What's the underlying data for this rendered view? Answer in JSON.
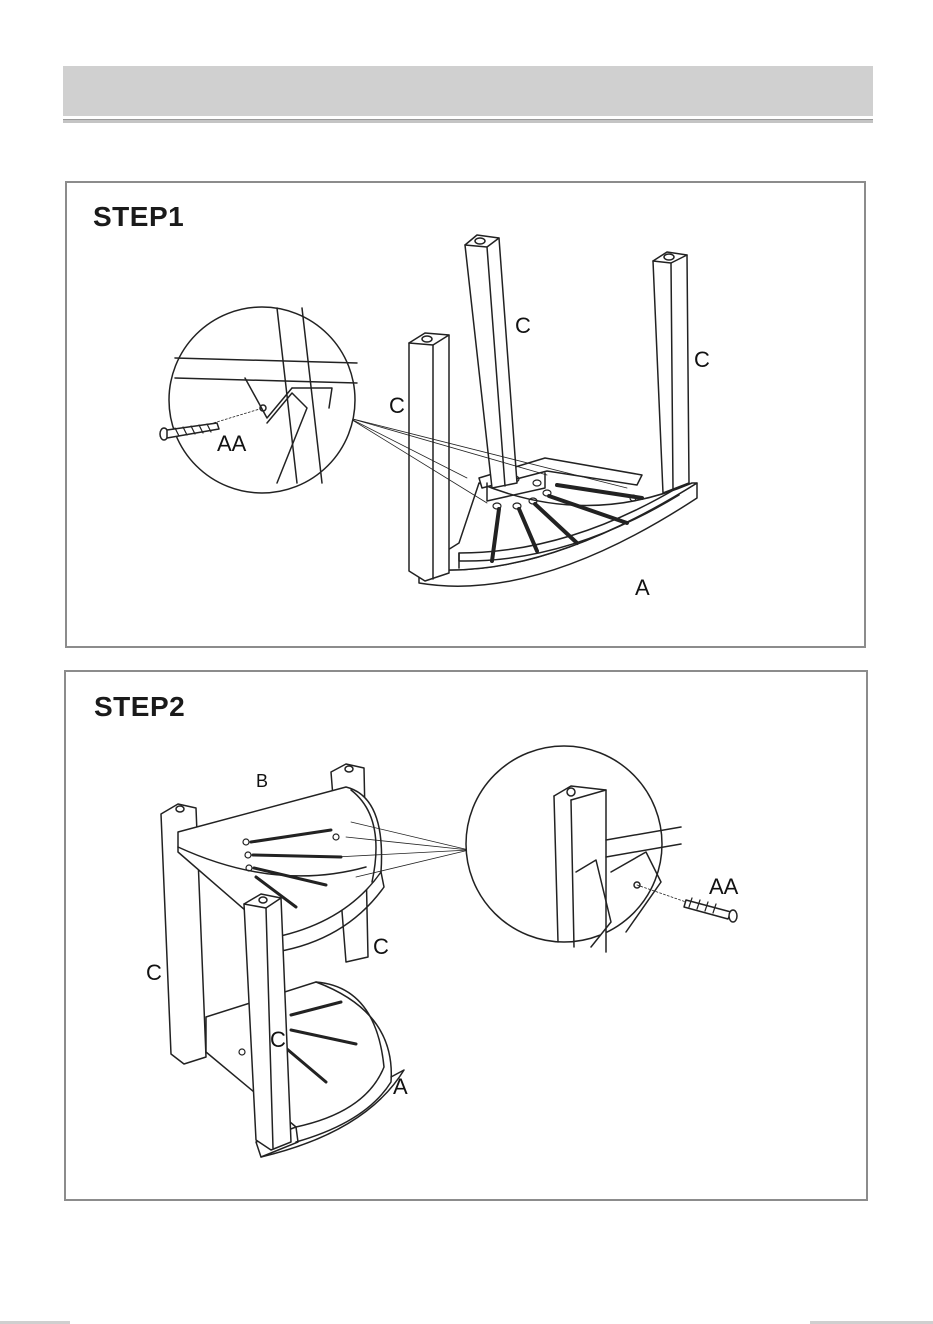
{
  "steps": [
    {
      "title": "STEP1",
      "labels": {
        "leg_left": "C",
        "leg_mid": "C",
        "leg_right": "C",
        "shelf": "A",
        "screw": "AA"
      }
    },
    {
      "title": "STEP2",
      "labels": {
        "top_shelf": "B",
        "leg_left": "C",
        "leg_right": "C",
        "leg_front": "C",
        "shelf": "A",
        "screw": "AA"
      }
    }
  ]
}
